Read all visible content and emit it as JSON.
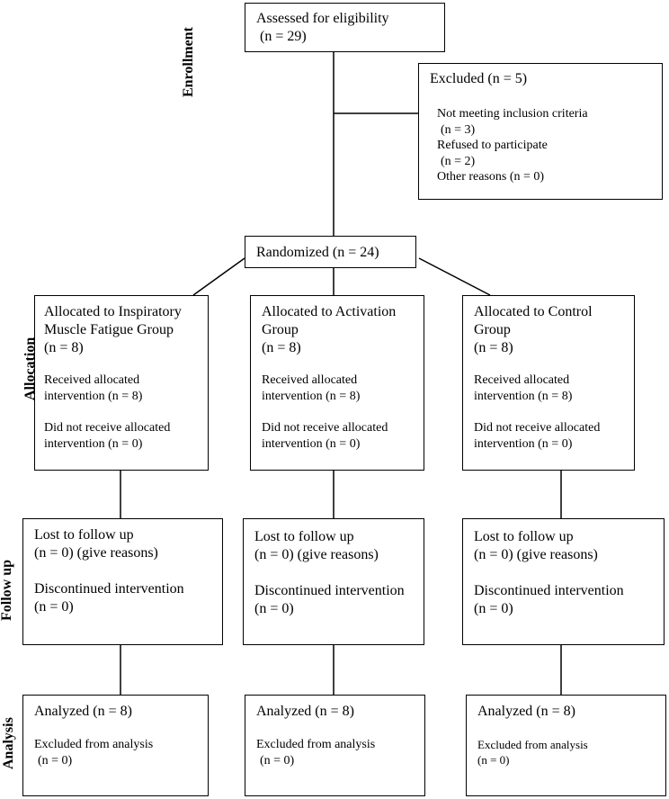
{
  "stages": {
    "enrollment": "Enrollment",
    "allocation": "Allocation",
    "follow_up": "Follow up",
    "analysis": "Analysis"
  },
  "enrollment": {
    "assessed_line1": "Assessed for eligibility",
    "assessed_line2": "(n = 29)",
    "excluded_title": "Excluded (n = 5)",
    "excluded_reason1_line1": "Not meeting inclusion criteria",
    "excluded_reason1_line2": "(n = 3)",
    "excluded_reason2_line1": "Refused to participate",
    "excluded_reason2_line2": "(n = 2)",
    "excluded_reason3": "Other reasons (n = 0)",
    "randomized": "Randomized (n = 24)"
  },
  "allocation": [
    {
      "line1": "Allocated to Inspiratory",
      "line2": "Muscle Fatigue Group",
      "n": "(n = 8)",
      "received_line1": "Received allocated",
      "received_line2": "intervention (n = 8)",
      "not_received_line1": "Did not receive allocated",
      "not_received_line2": "intervention (n = 0)"
    },
    {
      "line1": "Allocated to Activation",
      "line2": "Group",
      "n": "(n = 8)",
      "received_line1": "Received allocated",
      "received_line2": "intervention (n = 8)",
      "not_received_line1": "Did not receive allocated",
      "not_received_line2": "intervention (n = 0)"
    },
    {
      "line1": "Allocated to Control",
      "line2": "Group",
      "n": "(n = 8)",
      "received_line1": "Received allocated",
      "received_line2": "intervention (n = 8)",
      "not_received_line1": "Did not receive allocated",
      "not_received_line2": "intervention (n = 0)"
    }
  ],
  "follow_up": [
    {
      "lost_line1": "Lost to follow up",
      "lost_line2": "(n = 0) (give reasons)",
      "disc_line1": "Discontinued intervention",
      "disc_line2": "(n = 0)"
    },
    {
      "lost_line1": "Lost to follow up",
      "lost_line2": "(n = 0) (give reasons)",
      "disc_line1": "Discontinued intervention",
      "disc_line2": "(n = 0)"
    },
    {
      "lost_line1": "Lost to follow up",
      "lost_line2": "(n = 0) (give reasons)",
      "disc_line1": "Discontinued intervention",
      "disc_line2": "(n = 0)"
    }
  ],
  "analysis": [
    {
      "analyzed": "Analyzed (n = 8)",
      "excluded_line1": "Excluded from analysis",
      "excluded_line2": "(n = 0)"
    },
    {
      "analyzed": "Analyzed (n = 8)",
      "excluded_line1": "Excluded from analysis",
      "excluded_line2": "(n = 0)"
    },
    {
      "analyzed": "Analyzed (n = 8)",
      "excluded_line1": "Excluded from analysis",
      "excluded_line2": "(n = 0)"
    }
  ]
}
